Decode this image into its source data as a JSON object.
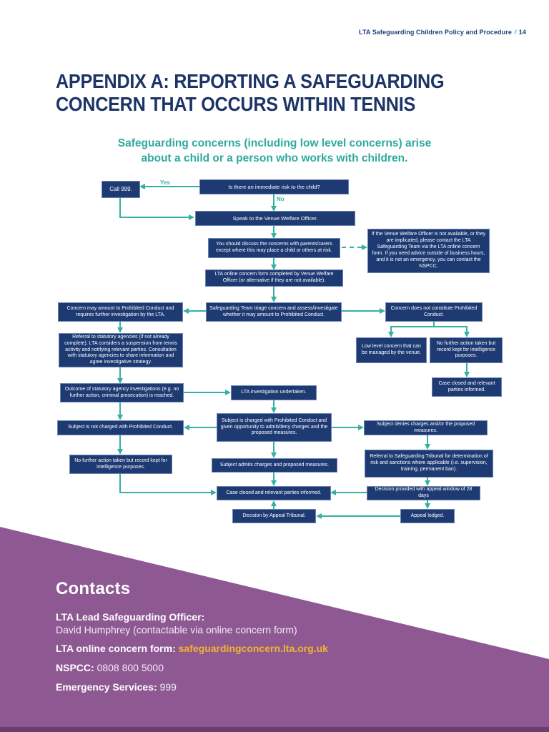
{
  "header": {
    "doc_title": "LTA Safeguarding Children Policy and Procedure",
    "separator": "/",
    "page_number": "14"
  },
  "title": {
    "line1": "APPENDIX A: REPORTING A SAFEGUARDING",
    "line2": "CONCERN THAT OCCURS WITHIN TENNIS"
  },
  "subtitle": {
    "line1": "Safeguarding concerns (including low level concerns) arise",
    "line2": "about a child or a person who works with children."
  },
  "flowchart": {
    "labels": {
      "yes": "Yes",
      "no": "No"
    },
    "nodes": {
      "call_999": "Call 999.",
      "immediate_risk": "Is there an immediate risk to the child?",
      "speak_vwo": "Speak to the Venue Welfare Officer.",
      "discuss_parents": "You should discuss the concerns with parents/carers except where this may place a child or others at risk.",
      "vwo_unavailable": "If the Venue Welfare Officer is not available, or they are implicated, please contact the LTA Safeguarding Team via the LTA online concern form. If you need advice outside of business hours, and it is not an emergency, you can contact the NSPCC.",
      "online_form": "LTA online concern form completed by Venue Welfare Officer (or alternative if they are not available).",
      "triage": "Safeguarding Team triage concern and assess/investigate whether it may amount to Prohibited Conduct.",
      "concern_prohibited": "Concern may amount to Prohibited Conduct and requires further investigation by the LTA.",
      "concern_not_prohibited": "Concern does not constitute Prohibited Conduct.",
      "referral_statutory": "Referral to statutory agencies (if not already complete). LTA considers a suspension from tennis activity and notifying relevant parties. Consultation with statutory agencies to share information and agree investigative strategy.",
      "low_level": "Low level concern that can be managed by the venue.",
      "no_further_action_right": "No further action taken but record kept for intelligence purposes.",
      "case_closed_right": "Case closed and relevant parties informed.",
      "outcome_statutory": "Outcome of statutory agency investigations (e.g. no further action, criminal prosecution) is reached.",
      "lta_investigation": "LTA investigation undertaken.",
      "not_charged": "Subject is not charged with Prohibited Conduct.",
      "charged": "Subject is charged with Prohibited Conduct and given opportunity to admit/deny charges and the proposed measures.",
      "denies": "Subject denies charges and/or the proposed measures.",
      "no_further_action_left": "No further action taken but record kept for intelligence purposes.",
      "admits": "Subject admits charges and proposed measures.",
      "referral_tribunal": "Referral to Safeguarding Tribunal for determination of risk and sanctions where applicable (i.e. supervision, training, permanent ban).",
      "case_closed_center": "Case closed and relevant parties informed.",
      "decision_provided": "Decision provided with appeal window of 28 days",
      "appeal_tribunal_decision": "Decision by Appeal Tribunal.",
      "appeal_lodged": "Appeal lodged."
    }
  },
  "contacts": {
    "heading": "Contacts",
    "lso_label": "LTA Lead Safeguarding Officer:",
    "lso_value": "David Humphrey (contactable via online concern form)",
    "form_label": "LTA online concern form:",
    "form_link": "safeguardingconcern.lta.org.uk",
    "nspcc_label": "NSPCC:",
    "nspcc_value": "0808 800 5000",
    "emergency_label": "Emergency Services:",
    "emergency_value": "999"
  },
  "colors": {
    "navy": "#1e3a72",
    "teal": "#35b0a3",
    "purple": "#8e5993",
    "purple_dark": "#6b3f6d",
    "gold": "#f2b42c",
    "title_navy": "#1c3566"
  }
}
